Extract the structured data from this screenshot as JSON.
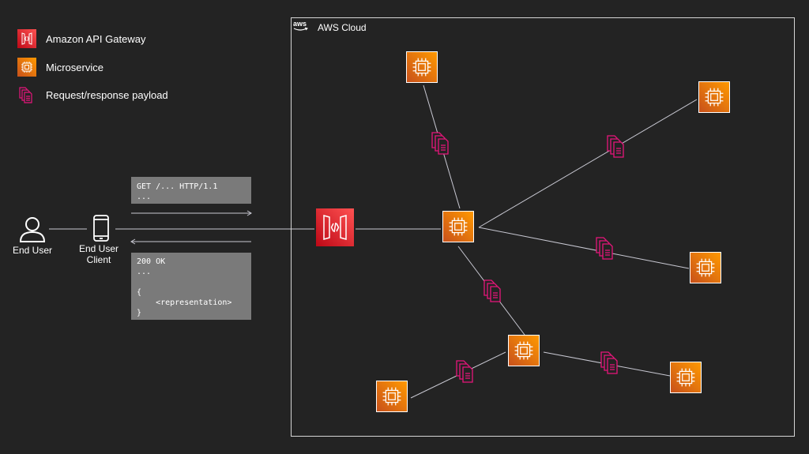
{
  "legend": {
    "items": [
      {
        "label": "Amazon API Gateway",
        "icon": "api-gateway-icon",
        "color": "#e7157b"
      },
      {
        "label": "Microservice",
        "icon": "microservice-chip-icon",
        "color": "#ff9900"
      },
      {
        "label": "Request/response payload",
        "icon": "payload-documents-icon",
        "color": "#e7157b"
      }
    ]
  },
  "cloud": {
    "label": "AWS Cloud",
    "logo_text": "aws"
  },
  "actors": {
    "end_user": {
      "label": "End User"
    },
    "client": {
      "label_line1": "End User",
      "label_line2": "Client"
    }
  },
  "request": {
    "lines": [
      "GET /... HTTP/1.1",
      "..."
    ]
  },
  "response": {
    "lines": [
      "200 OK",
      "...",
      "",
      "{",
      "    <representation>",
      "}"
    ]
  },
  "colors": {
    "background": "#232323",
    "microservice_gradient_start": "#c8511b",
    "microservice_gradient_end": "#ff9900",
    "gateway_gradient_start": "#bd0816",
    "gateway_gradient_end": "#ff5252",
    "payload": "#e7157b",
    "line": "#c8c8d2"
  }
}
